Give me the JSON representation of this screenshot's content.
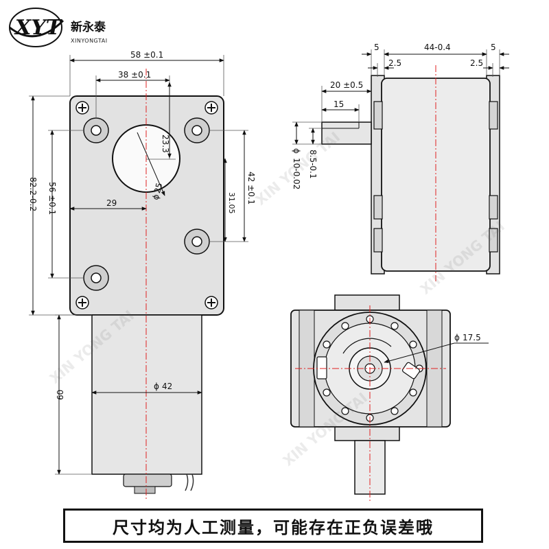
{
  "brand": {
    "logo_mark": "XYT",
    "name_cn": "新永泰",
    "name_en": "XINYONGTAI"
  },
  "front_view": {
    "width_label": "58 ±0.1",
    "hole_spacing_top_label": "38 ±0.1",
    "offset_label": "23.3",
    "center_to_left_label": "29",
    "bore_diameter_label": "25",
    "height_label": "82.2-0.2",
    "hole_spacing_left_label": "56 ±0.1",
    "hole_spacing_right_label": "42 ±0.1",
    "right_offset_label": "31.05",
    "motor_length_label": "60",
    "motor_diameter_label": "42"
  },
  "side_view": {
    "flange_left_label": "5",
    "body_width_label": "44-0.4",
    "flange_right_label": "5",
    "inner_left_label": "2.5",
    "inner_right_label": "2.5",
    "shaft_length_label": "20 ±0.5",
    "flat_length_label": "15",
    "flat_width_label": "8.5-0.1",
    "shaft_diameter_label": "10-0.02"
  },
  "end_view": {
    "cap_diameter_label": "17.5"
  },
  "diameter_symbol": "ϕ",
  "watermark_text": "XIN YONG TAI",
  "notice": "尺寸均为人工测量，可能存在正负误差哦"
}
